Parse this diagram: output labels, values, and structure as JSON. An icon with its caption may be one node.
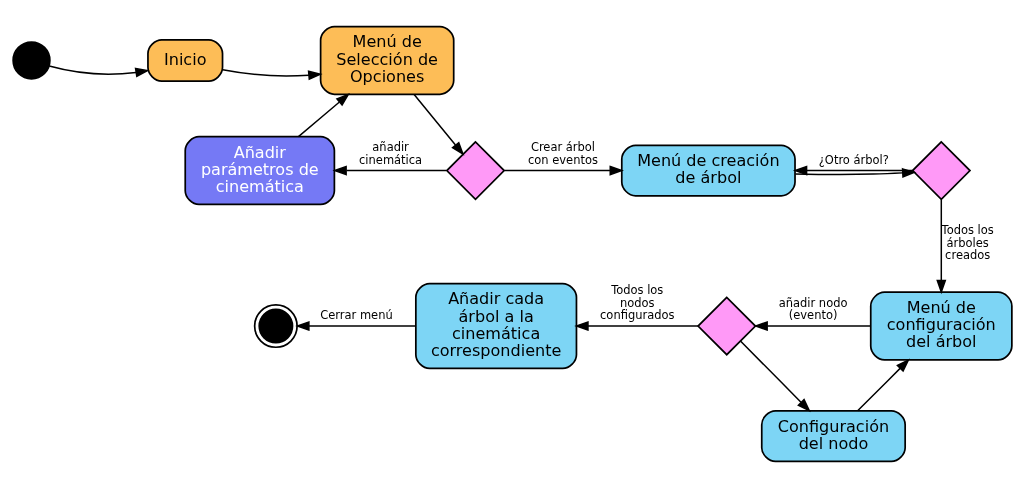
{
  "diagram": {
    "nodes": [
      {
        "text": [],
        "shape": "circle"
      },
      {
        "text": [
          "Inicio"
        ]
      },
      {
        "text": [
          "Menú de Selección de Opciones"
        ]
      },
      {
        "text": [
          "Añadir parámetros de cinemática"
        ]
      },
      {
        "text": [],
        "shape": "diamond"
      },
      {
        "text": [
          "Menú de creación de árbol"
        ]
      },
      {
        "text": [],
        "shape": "diamond"
      },
      {
        "text": [
          "Configuración del nodo"
        ]
      },
      {
        "text": [],
        "shape": "bullseye"
      },
      {
        "text": [
          "Añadir cada árbol a la cinemática correspondiente"
        ]
      },
      {
        "text": [],
        "shape": "diamond"
      },
      {
        "text": [
          "Menú de configuración del árbol"
        ]
      }
    ],
    "edges": [
      {
        "from": 0,
        "to": 1,
        "arrow": "to"
      },
      {
        "from": 1,
        "to": 2,
        "arrow": "to"
      },
      {
        "from": 3,
        "to": 2,
        "arrow": "to"
      },
      {
        "from": 2,
        "to": 4,
        "arrow": "to"
      },
      {
        "from": 4,
        "to": 3,
        "arrow": "to",
        "label": "añadir cinemática"
      },
      {
        "from": 4,
        "to": 5,
        "arrow": "to",
        "label": "Crear árbol con eventos"
      },
      {
        "from": 5,
        "to": 6,
        "arrow": "to"
      },
      {
        "from": 6,
        "to": 5,
        "arrow": "to",
        "label": "¿Otro árbol?"
      },
      {
        "from": 6,
        "to": 11,
        "arrow": "to",
        "label": "Todos los árboles creados"
      },
      {
        "from": 7,
        "to": 11,
        "arrow": "to"
      },
      {
        "from": 11,
        "to": 10,
        "arrow": "to",
        "label": "añadir nodo (evento)"
      },
      {
        "from": 10,
        "to": 7,
        "arrow": "to"
      },
      {
        "from": 10,
        "to": 9,
        "arrow": "to",
        "label": "Todos los nodos configurados"
      },
      {
        "from": 9,
        "to": 8,
        "arrow": "to",
        "label": "Cerrar menú"
      }
    ]
  }
}
